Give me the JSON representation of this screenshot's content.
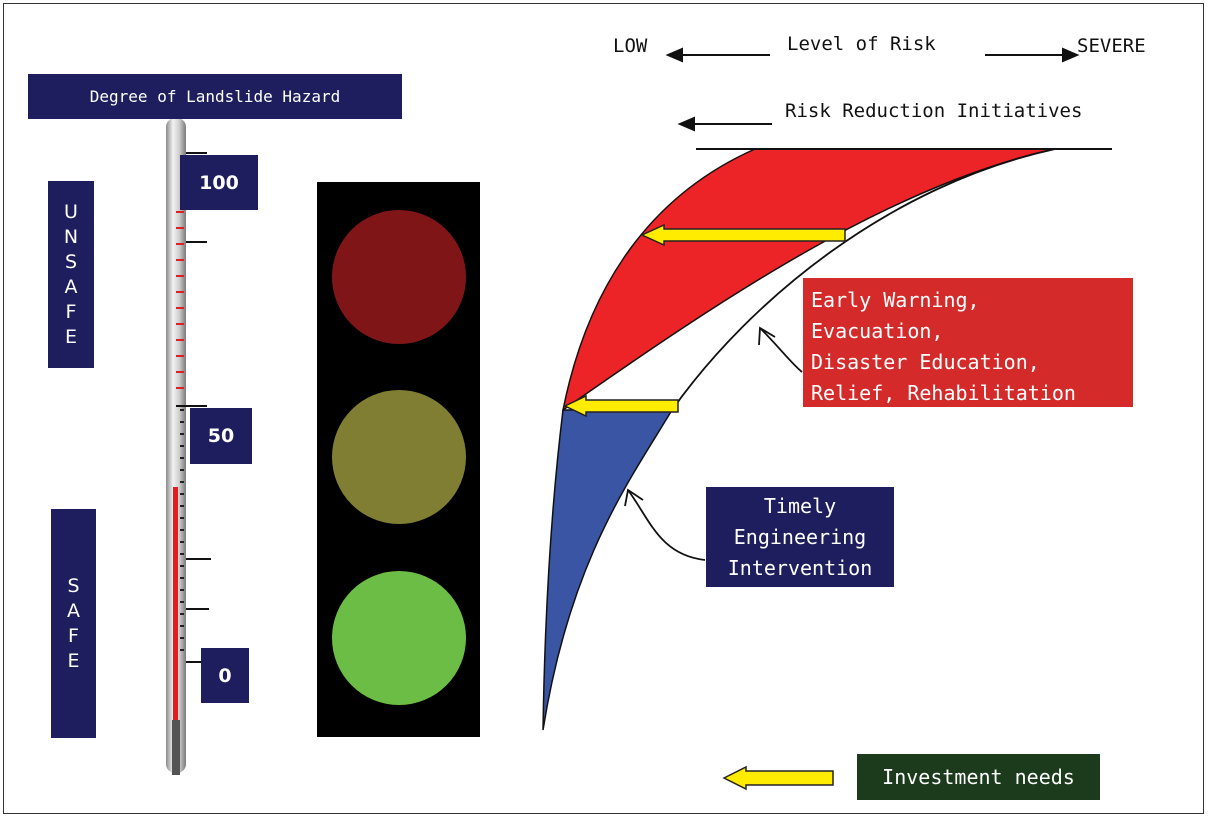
{
  "hazard_scale": {
    "title": "Degree of Landslide Hazard",
    "unsafe_label": [
      "U",
      "N",
      "S",
      "A",
      "F",
      "E"
    ],
    "safe_label": [
      "S",
      "A",
      "F",
      "E"
    ],
    "marks": {
      "high": "100",
      "mid": "50",
      "low": "0"
    }
  },
  "traffic_light": {
    "colors": {
      "red": "#801518",
      "amber": "#7f7e33",
      "green": "#6cbd45"
    }
  },
  "risk": {
    "low_label": "LOW",
    "level_label": "Level of Risk",
    "severe_label": "SEVERE",
    "reduction_label": "Risk Reduction Initiatives"
  },
  "regions": {
    "upper": {
      "color": "#ec2427",
      "lines": [
        "Early Warning,",
        "Evacuation,",
        "Disaster Education,",
        "Relief, Rehabilitation"
      ]
    },
    "lower": {
      "color": "#3a55a4",
      "lines": [
        "Timely",
        "Engineering",
        "Intervention"
      ]
    }
  },
  "legend": {
    "investment_label": "Investment needs",
    "arrow_color": "#ffec00"
  }
}
